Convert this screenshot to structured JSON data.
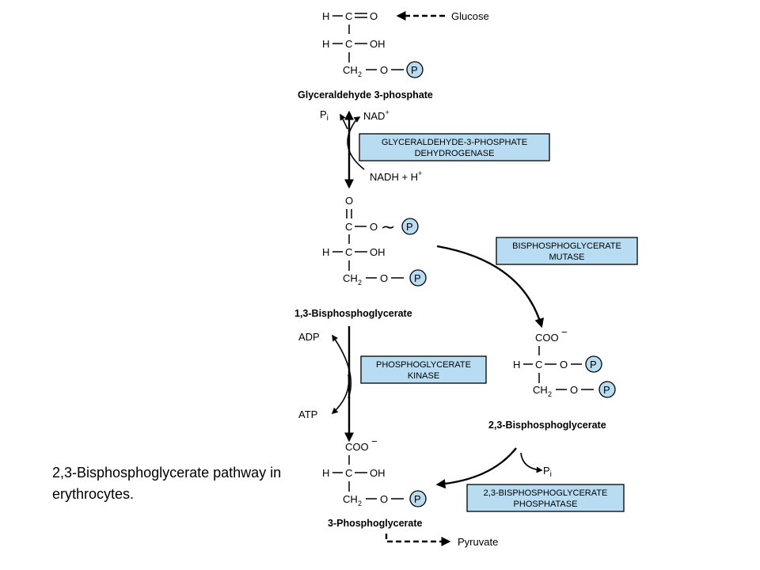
{
  "caption": "2,3-Bisphosphoglycerate pathway in erythrocytes.",
  "atoms": {
    "H": "H",
    "C": "C",
    "O": "O",
    "OH": "OH",
    "CH": "CH",
    "sub2": "2",
    "P": "P",
    "COO": "COO",
    "minus": "−",
    "tilde": "∼",
    "plus": "+"
  },
  "metabolites": {
    "glucose": "Glucose",
    "g3p": "Glyceraldehyde 3-phosphate",
    "bpg13": "1,3-Bisphosphoglycerate",
    "bpg23": "2,3-Bisphosphoglycerate",
    "pg3": "3-Phosphoglycerate",
    "pyruvate": "Pyruvate"
  },
  "cofactors": {
    "pi_p": "P",
    "pi_i": "i",
    "nad": "NAD",
    "nadh": "NADH + H",
    "adp": "ADP",
    "atp": "ATP"
  },
  "enzymes": {
    "g3pdh": [
      "GLYCERALDEHYDE-3-PHOSPHATE",
      "DEHYDROGENASE"
    ],
    "mutase": [
      "BISPHOSPHOGLYCERATE",
      "MUTASE"
    ],
    "kinase": [
      "PHOSPHOGLYCERATE",
      "KINASE"
    ],
    "phosphatase": [
      "2,3-BISPHOSPHOGLYCERATE",
      "PHOSPHATASE"
    ]
  }
}
